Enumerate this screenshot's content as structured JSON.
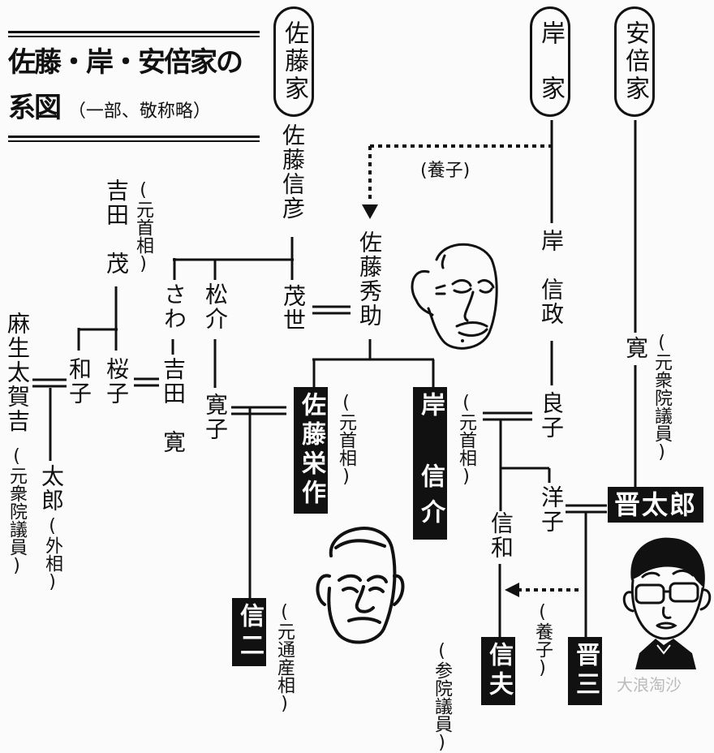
{
  "title": {
    "main": "佐藤・岸・安倍家の",
    "second": "系図",
    "note": "（一部、敬称略）"
  },
  "families": {
    "sato": "佐藤家",
    "kishi": "岸　家",
    "abe": "安倍家"
  },
  "adoption_labels": {
    "top": "(養子)",
    "bottom": "(養子)"
  },
  "people": {
    "sato_nobuhiko": "佐藤信彦",
    "yoshida_shigeru": "吉田　茂",
    "yoshida_shigeru_role": "(元首相)",
    "sawa": "さわ",
    "matsusuke": "松介",
    "moyo": "茂世",
    "sato_hidesuke": "佐藤秀助",
    "kishi_nobumasa": "岸　信政",
    "kan": "寛",
    "kan_role": "(元衆院議員)",
    "aso_takakichi": "麻生太賀吉",
    "aso_role": "(元衆院議員)",
    "kazuko": "和子",
    "sakurako": "桜子",
    "yoshida_kan": "吉田　寛",
    "hiroko": "寛子",
    "sato_eisaku": "佐藤栄作",
    "sato_eisaku_role": "(元首相)",
    "kishi_nobusuke": "岸　信介",
    "kishi_nobusuke_role": "(元首相)",
    "yoshiko": "良子",
    "yoko": "洋子",
    "shintaro": "晋太郎",
    "nobukazu": "信和",
    "taro": "太郎",
    "taro_role": "(外相)",
    "shinji": "信二",
    "shinji_role": "(元通産相)",
    "nobuo": "信夫",
    "nobuo_role": "(参院議員)",
    "shinzo": "晋三"
  },
  "watermark": "大浪淘沙"
}
